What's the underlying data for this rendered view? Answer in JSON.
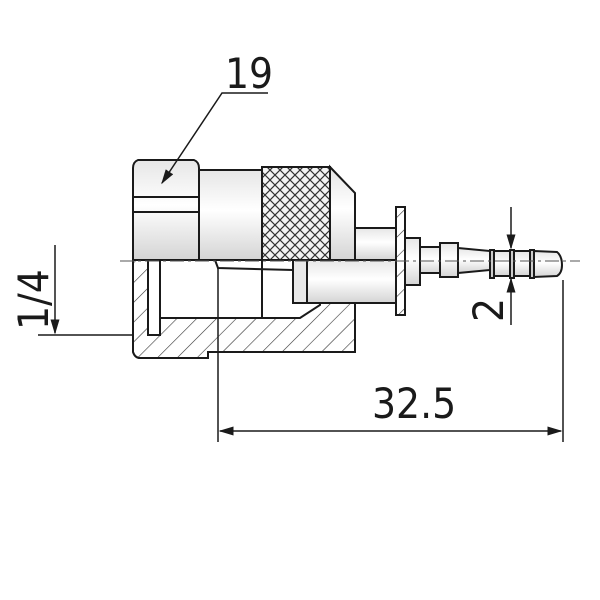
{
  "drawing": {
    "dimensions": {
      "hex_size": "19",
      "thread": "1/4",
      "hose_bore": "2",
      "length": "32.5"
    },
    "colors": {
      "line": "#1a1a1a",
      "metal_light": "#f2f2f2",
      "metal_mid": "#d9d9d9"
    }
  }
}
